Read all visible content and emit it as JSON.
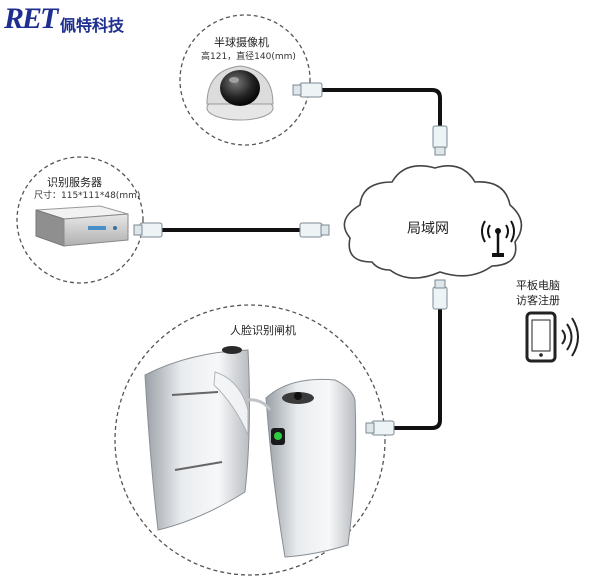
{
  "logo": {
    "mark": "RET",
    "company": "佩特科技"
  },
  "camera": {
    "title": "半球摄像机",
    "spec": "高121，直径140(mm)"
  },
  "server": {
    "title": "识别服务器",
    "spec": "尺寸：115*111*48(mm)"
  },
  "lan": {
    "label": "局域网"
  },
  "tablet": {
    "line1": "平板电脑",
    "line2": "访客注册"
  },
  "gate": {
    "title": "人脸识别闸机"
  },
  "colors": {
    "logo": "#1f2f8f",
    "cable": "#111111",
    "circle": "#555555"
  }
}
